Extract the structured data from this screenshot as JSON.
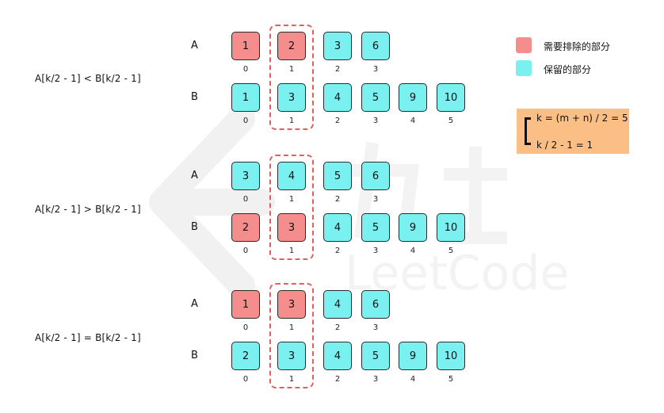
{
  "legend": {
    "exclude_label": "需要排除的部分",
    "keep_label": "保留的部分",
    "exclude_color": "#f58d8d",
    "keep_color": "#7af0f1"
  },
  "formulas": [
    "k = (m + n) / 2 = 5",
    "k / 2 - 1 = 1"
  ],
  "cases": [
    {
      "condition": "A[k/2 - 1] < B[k/2 - 1]",
      "rows": [
        {
          "label": "A",
          "cells": [
            {
              "value": "1",
              "index": "0",
              "state": "exclude"
            },
            {
              "value": "2",
              "index": "1",
              "state": "exclude"
            },
            {
              "value": "3",
              "index": "2",
              "state": "keep"
            },
            {
              "value": "6",
              "index": "3",
              "state": "keep"
            }
          ]
        },
        {
          "label": "B",
          "cells": [
            {
              "value": "1",
              "index": "0",
              "state": "keep"
            },
            {
              "value": "3",
              "index": "1",
              "state": "keep"
            },
            {
              "value": "4",
              "index": "2",
              "state": "keep"
            },
            {
              "value": "5",
              "index": "3",
              "state": "keep"
            },
            {
              "value": "9",
              "index": "4",
              "state": "keep"
            },
            {
              "value": "10",
              "index": "5",
              "state": "keep"
            }
          ]
        }
      ]
    },
    {
      "condition": "A[k/2 - 1] > B[k/2 - 1]",
      "rows": [
        {
          "label": "A",
          "cells": [
            {
              "value": "3",
              "index": "0",
              "state": "keep"
            },
            {
              "value": "4",
              "index": "1",
              "state": "keep"
            },
            {
              "value": "5",
              "index": "2",
              "state": "keep"
            },
            {
              "value": "6",
              "index": "3",
              "state": "keep"
            }
          ]
        },
        {
          "label": "B",
          "cells": [
            {
              "value": "2",
              "index": "0",
              "state": "exclude"
            },
            {
              "value": "3",
              "index": "1",
              "state": "exclude"
            },
            {
              "value": "4",
              "index": "2",
              "state": "keep"
            },
            {
              "value": "5",
              "index": "3",
              "state": "keep"
            },
            {
              "value": "9",
              "index": "4",
              "state": "keep"
            },
            {
              "value": "10",
              "index": "5",
              "state": "keep"
            }
          ]
        }
      ]
    },
    {
      "condition": "A[k/2 - 1] = B[k/2 - 1]",
      "rows": [
        {
          "label": "A",
          "cells": [
            {
              "value": "1",
              "index": "0",
              "state": "exclude"
            },
            {
              "value": "3",
              "index": "1",
              "state": "exclude"
            },
            {
              "value": "4",
              "index": "2",
              "state": "keep"
            },
            {
              "value": "6",
              "index": "3",
              "state": "keep"
            }
          ]
        },
        {
          "label": "B",
          "cells": [
            {
              "value": "2",
              "index": "0",
              "state": "keep"
            },
            {
              "value": "3",
              "index": "1",
              "state": "keep"
            },
            {
              "value": "4",
              "index": "2",
              "state": "keep"
            },
            {
              "value": "5",
              "index": "3",
              "state": "keep"
            },
            {
              "value": "9",
              "index": "4",
              "state": "keep"
            },
            {
              "value": "10",
              "index": "5",
              "state": "keep"
            }
          ]
        }
      ]
    }
  ]
}
